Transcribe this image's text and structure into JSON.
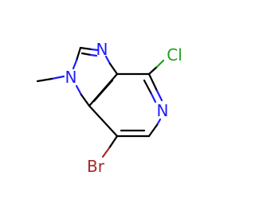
{
  "molecule": {
    "atoms": {
      "n_imidazole_top": "N",
      "n_methyl": "N",
      "chlorine": "Cl",
      "n_pyridine": "N",
      "bromine": "Br"
    }
  },
  "colors": {
    "nitrogen": "#1c1cff",
    "chlorine": "#1fa01f",
    "bromine": "#a62828",
    "bond": "#000000",
    "background": "#ffffff"
  }
}
